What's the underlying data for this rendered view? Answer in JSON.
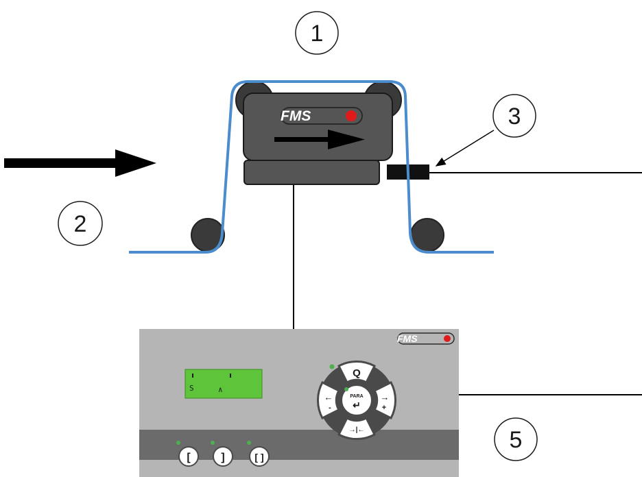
{
  "callouts": {
    "sensor": "1",
    "web_direction": "2",
    "connector": "3",
    "amplifier": "5"
  },
  "sensor_logo": "FMS",
  "amplifier_logo": "FMS",
  "display": {
    "left_char": "S",
    "right_char": "∧"
  },
  "keypad": {
    "up_key": "Q",
    "center_key": "PARA",
    "enter_symbol": "↵",
    "left_arrow": "←",
    "left_sign": "-",
    "right_arrow": "→",
    "right_sign": "+",
    "down_key": "→|←"
  },
  "function_buttons": [
    "[",
    "]",
    "[ ]"
  ],
  "colors": {
    "web": "#4a8ccc",
    "roller": "#3a3a3a",
    "sensor_body": "#555555",
    "panel": "#b5b5b5",
    "panel_band": "#6b6b6b",
    "lcd": "#5ec53a",
    "led_red": "#e01b1b",
    "led_green": "#4caf50"
  }
}
